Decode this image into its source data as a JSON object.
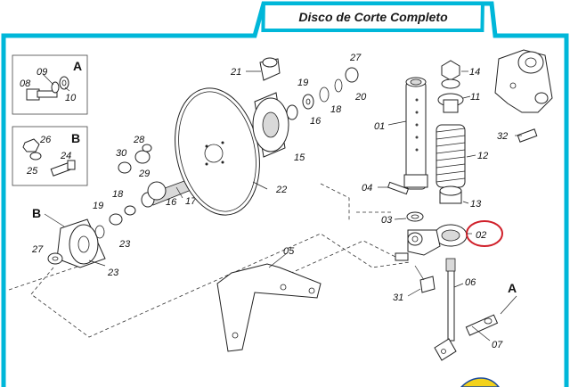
{
  "title": "Disco de Corte Completo",
  "detail_labels": {
    "a": "A",
    "b": "B"
  },
  "parts": {
    "p01": "01",
    "p02": "02",
    "p03": "03",
    "p04": "04",
    "p05": "05",
    "p06": "06",
    "p07": "07",
    "p08": "08",
    "p09": "09",
    "p10": "10",
    "p11": "11",
    "p12": "12",
    "p13": "13",
    "p14": "14",
    "p15": "15",
    "p16a": "16",
    "p16b": "16",
    "p17": "17",
    "p18a": "18",
    "p18b": "18",
    "p19a": "19",
    "p19b": "19",
    "p20": "20",
    "p21": "21",
    "p22": "22",
    "p23a": "23",
    "p23b": "23",
    "p24": "24",
    "p25": "25",
    "p26": "26",
    "p27a": "27",
    "p27b": "27",
    "p28": "28",
    "p29": "29",
    "p30": "30",
    "p31": "31",
    "p32": "32"
  },
  "colors": {
    "frame": "#00b7d9",
    "highlight": "#d0202a",
    "text": "#111111"
  },
  "highlighted_part": "02"
}
